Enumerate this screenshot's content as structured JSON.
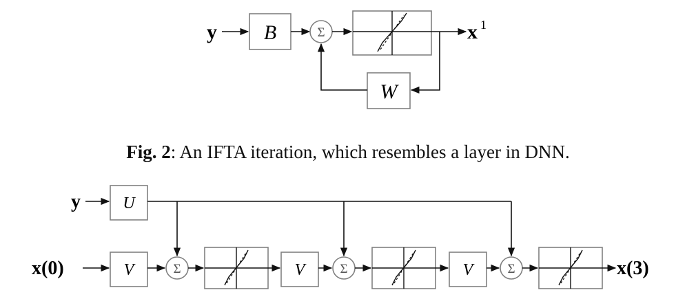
{
  "fig_top": {
    "input_label": "y",
    "block_b": "B",
    "sum_symbol": "Σ",
    "feedback_block": "W",
    "output_label": "x",
    "output_superscript": "1"
  },
  "caption": {
    "prefix": "Fig. 2",
    "text": ": An IFTA iteration, which resembles a layer in DNN."
  },
  "fig_bottom": {
    "input_y_label": "y",
    "block_u": "U",
    "input_x_label": "x(0)",
    "block_v": [
      "V",
      "V",
      "V"
    ],
    "sum_symbols": [
      "Σ",
      "Σ",
      "Σ"
    ],
    "output_label": "x(3)"
  }
}
